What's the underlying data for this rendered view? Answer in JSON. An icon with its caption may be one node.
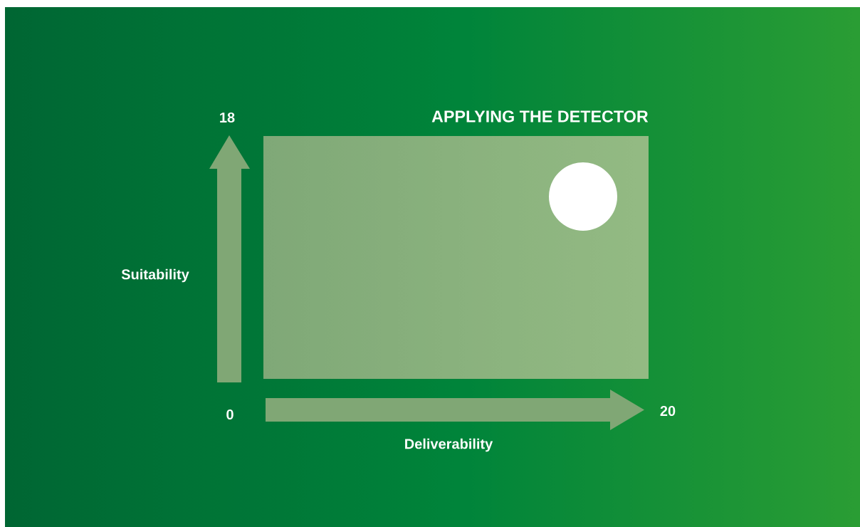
{
  "diagram": {
    "nodes": [
      {
        "text": [
          "APPLYING THE DETECTOR"
        ]
      },
      {
        "text": [],
        "shape": "circle",
        "in": 0
      }
    ],
    "labels": [
      "18",
      "Suitability",
      "0",
      "20",
      "Deliverability"
    ]
  }
}
